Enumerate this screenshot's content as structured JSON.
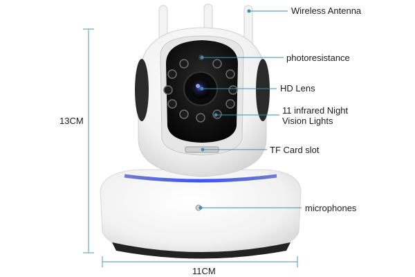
{
  "dimensions": {
    "height_label": "13CM",
    "width_label": "11CM"
  },
  "callouts": [
    {
      "id": "antenna",
      "text": "Wireless Antenna"
    },
    {
      "id": "photo",
      "text": "photoresistance"
    },
    {
      "id": "lens",
      "text": "HD Lens"
    },
    {
      "id": "ir",
      "line1": "11 infrared Night",
      "line2": "Vision Lights"
    },
    {
      "id": "tf",
      "text": "TF Card slot"
    },
    {
      "id": "mic",
      "text": "microphones"
    }
  ],
  "colors": {
    "body": "#f4f4f4",
    "face": "#111111",
    "accent_ring": "#2a3fd6",
    "dimension_line": "#6aa8c8",
    "leader_line": "#3a8fb7"
  }
}
